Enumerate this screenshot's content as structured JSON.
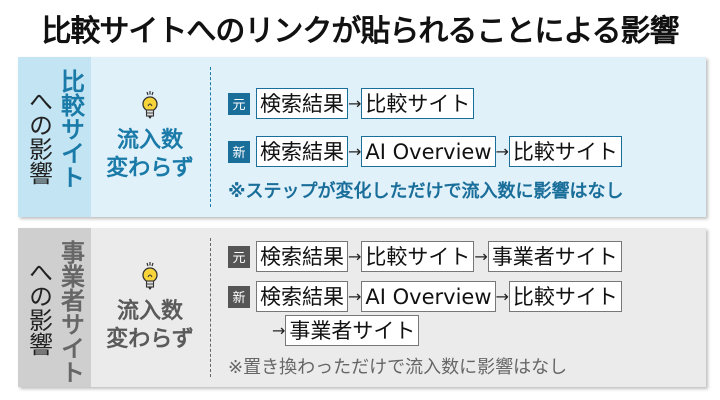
{
  "title": "比較サイトへのリンクが貼られることによる影響",
  "panels": [
    {
      "label_strong": "比較サイト",
      "label_normal": "への影響",
      "icon": "lightbulb-icon",
      "effect_line1": "流入数",
      "effect_line2": "変わらず",
      "flows": {
        "old": {
          "tag": "元",
          "steps": [
            "検索結果",
            "比較サイト"
          ]
        },
        "new": {
          "tag": "新",
          "steps": [
            "検索結果",
            "AI Overview",
            "比較サイト"
          ]
        }
      },
      "arrow": "→",
      "note": "※ステップが変化しただけで流入数に影響はなし",
      "colors": {
        "background": "#e1f1fa",
        "label_bg": "#c3e4f3",
        "accent": "#1a7aa8"
      }
    },
    {
      "label_strong": "事業者サイト",
      "label_normal": "への影響",
      "icon": "lightbulb-icon",
      "effect_line1": "流入数",
      "effect_line2": "変わらず",
      "flows": {
        "old": {
          "tag": "元",
          "steps": [
            "検索結果",
            "比較サイト",
            "事業者サイト"
          ]
        },
        "new": {
          "tag": "新",
          "steps": [
            "検索結果",
            "AI Overview",
            "比較サイト",
            "事業者サイト"
          ]
        }
      },
      "arrow": "→",
      "note": "※置き換わっただけで流入数に影響はなし",
      "colors": {
        "background": "#ebebeb",
        "label_bg": "#cfcfcf",
        "accent": "#555555"
      }
    }
  ]
}
